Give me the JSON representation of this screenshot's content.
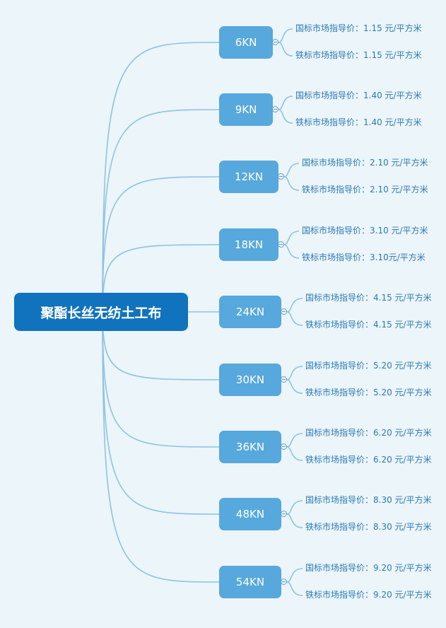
{
  "root": {
    "label": "聚酯长丝无纺土工布"
  },
  "branches": [
    {
      "label": "6KN",
      "leaves": [
        "国标市场指导价：1.15 元/平方米",
        "铁标市场指导价：1.15 元/平方米"
      ]
    },
    {
      "label": "9KN",
      "leaves": [
        "国标市场指导价：1.40 元/平方米",
        "铁标市场指导价：1.40 元/平方米"
      ]
    },
    {
      "label": "12KN",
      "leaves": [
        "国标市场指导价：2.10 元/平方米",
        "铁标市场指导价：2.10 元/平方米"
      ]
    },
    {
      "label": "18KN",
      "leaves": [
        "国标市场指导价：3.10 元/平方米",
        "铁标市场指导价：3.10元/平方米"
      ]
    },
    {
      "label": "24KN",
      "leaves": [
        "国标市场指导价：4.15 元/平方米",
        "铁标市场指导价：4.15 元/平方米"
      ]
    },
    {
      "label": "30KN",
      "leaves": [
        "国标市场指导价：5.20 元/平方米",
        "铁标市场指导价：5.20 元/平方米"
      ]
    },
    {
      "label": "36KN",
      "leaves": [
        "国标市场指导价：6.20 元/平方米",
        "铁标市场指导价：6.20 元/平方米"
      ]
    },
    {
      "label": "48KN",
      "leaves": [
        "国标市场指导价：8.30 元/平方米",
        "铁标市场指导价：8.30 元/平方米"
      ]
    },
    {
      "label": "54KN",
      "leaves": [
        "国标市场指导价：9.20 元/平方米",
        "铁标市场指导价：9.20 元/平方米"
      ]
    }
  ],
  "colors": {
    "root_fill": "#1173bd",
    "node_fill": "#57a8dc",
    "line": "#8cc3e3",
    "leaf_text": "#2a7ab8",
    "background": "#ecf5fa"
  }
}
